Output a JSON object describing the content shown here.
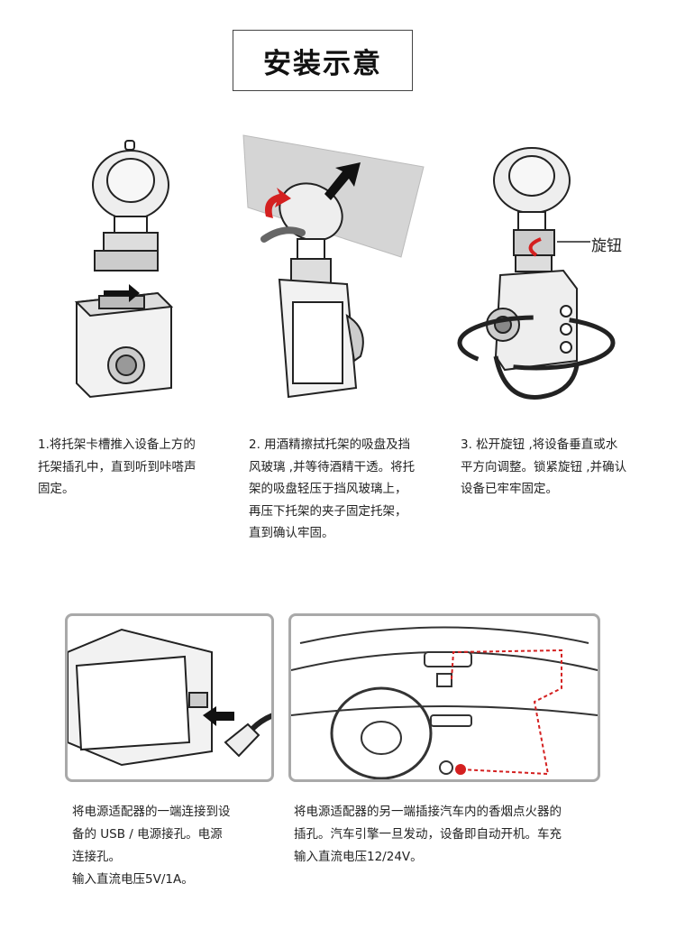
{
  "title": "安装示意",
  "steps": [
    {
      "lines": [
        "1.将托架卡槽推入设备上方的",
        "托架插孔中，直到听到咔嗒声",
        "固定。"
      ]
    },
    {
      "lines": [
        "2. 用酒精擦拭托架的吸盘及挡",
        "风玻璃 ,并等待酒精干透。将托",
        "架的吸盘轻压于挡风玻璃上，",
        "再压下托架的夹子固定托架，",
        "直到确认牢固。"
      ]
    },
    {
      "lines": [
        "3. 松开旋钮 ,将设备垂直或水",
        "平方向调整。锁紧旋钮 ,并确认",
        "设备已牢牢固定。"
      ]
    }
  ],
  "knob_label": "旋钮",
  "power": [
    {
      "lines": [
        "将电源适配器的一端连接到设",
        "备的 USB / 电源接孔。电源",
        "连接孔。",
        "输入直流电压5V/1A。"
      ]
    },
    {
      "lines": [
        "将电源适配器的另一端插接汽车内的香烟点火器的",
        "插孔。汽车引擎一旦发动，设备即自动开机。车充",
        "输入直流电压12/24V。"
      ]
    }
  ],
  "colors": {
    "cable": "#d42020",
    "border": "#a9a9a9"
  }
}
